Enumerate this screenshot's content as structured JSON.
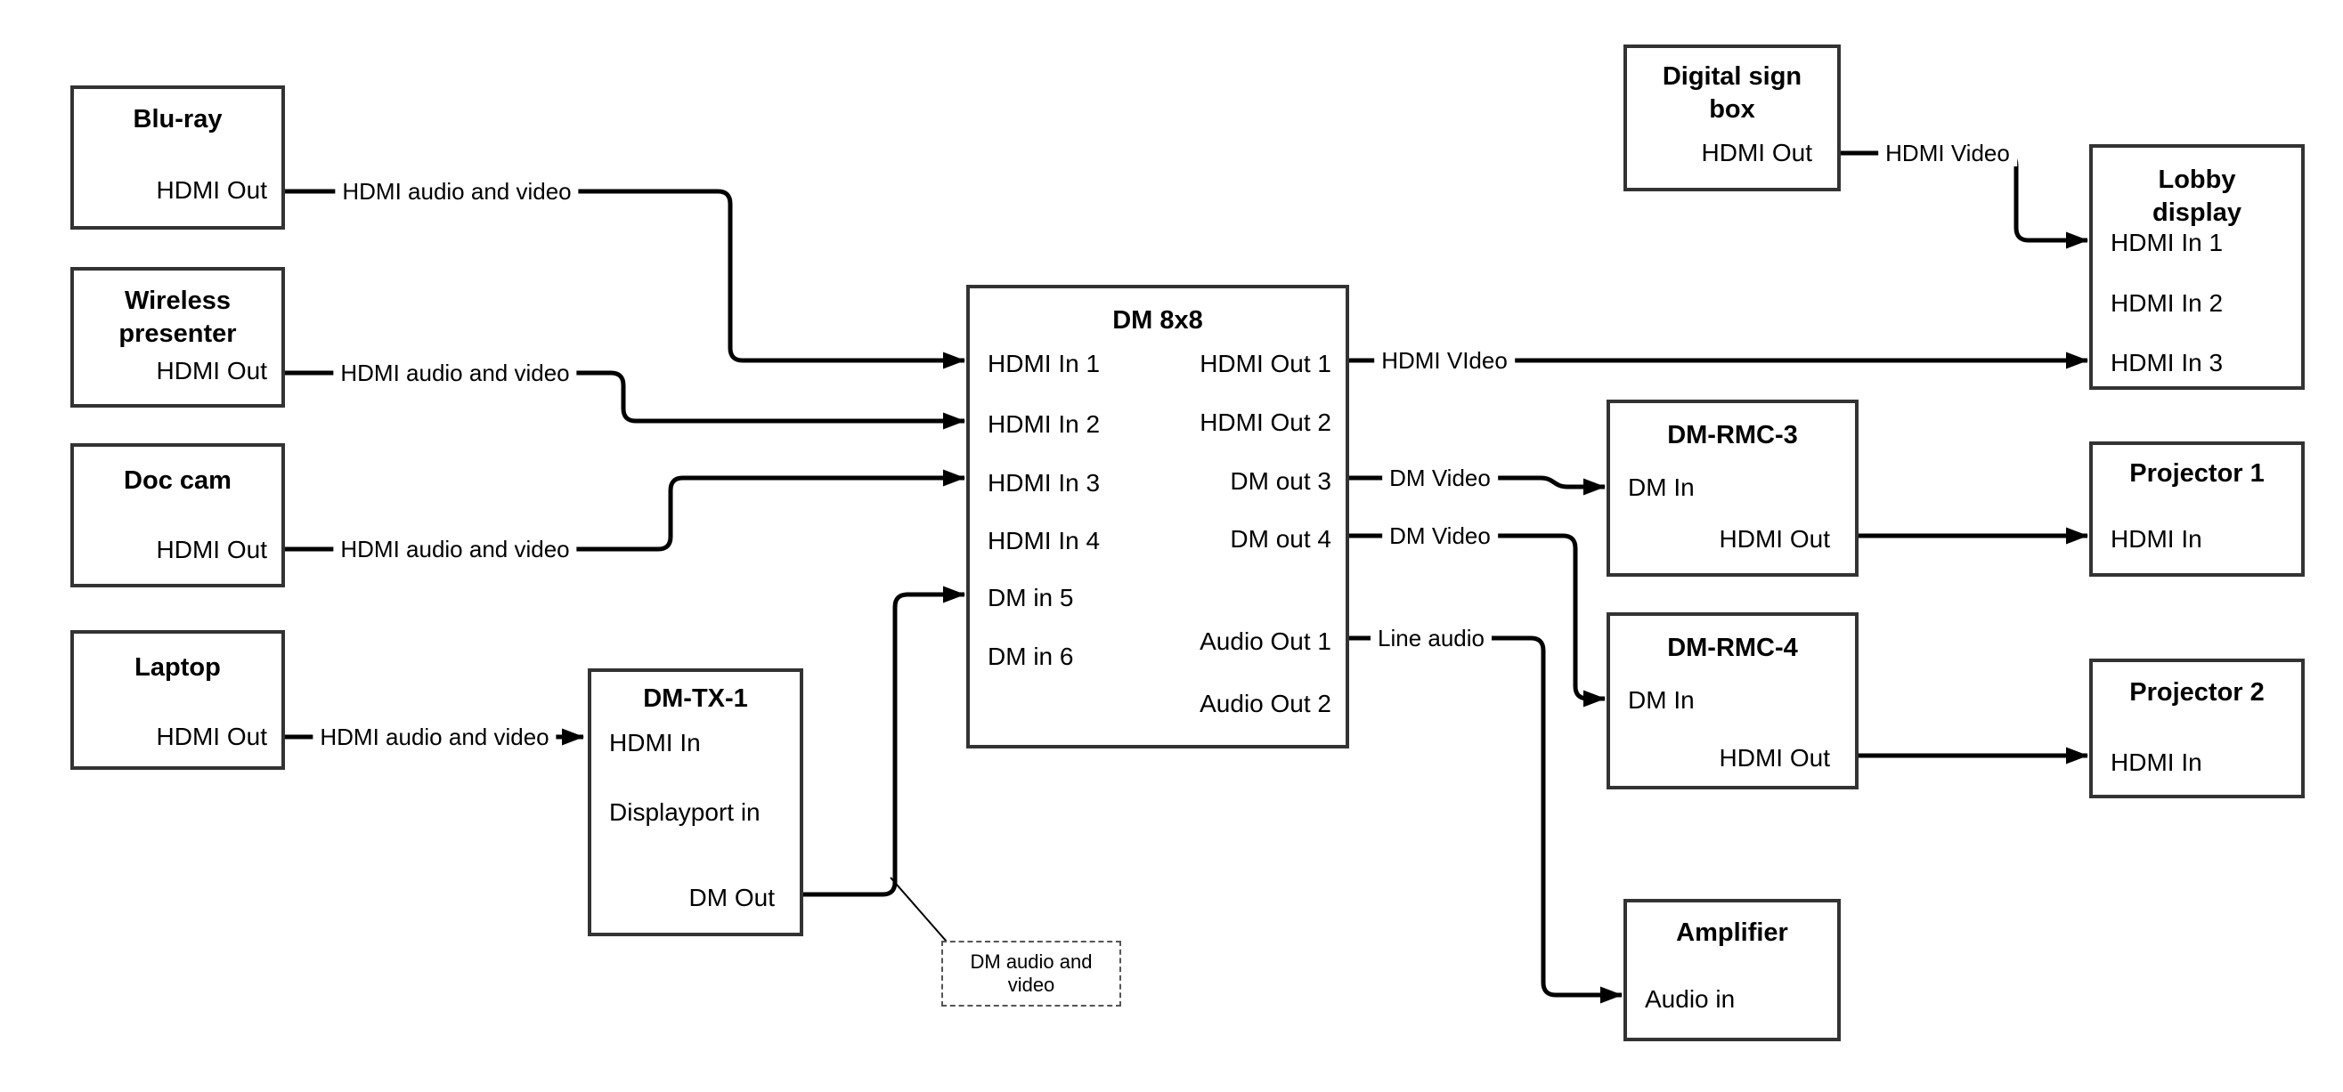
{
  "nodes": {
    "bluray": {
      "title": "Blu-ray",
      "hdmi_out": "HDMI Out"
    },
    "wireless_presenter": {
      "title": "Wireless presenter",
      "hdmi_out": "HDMI Out"
    },
    "doc_cam": {
      "title": "Doc cam",
      "hdmi_out": "HDMI Out"
    },
    "laptop": {
      "title": "Laptop",
      "hdmi_out": "HDMI Out"
    },
    "dm_tx_1": {
      "title": "DM-TX-1",
      "hdmi_in": "HDMI In",
      "displayport_in": "Displayport in",
      "dm_out": "DM Out"
    },
    "dm_8x8": {
      "title": "DM 8x8",
      "in1": "HDMI In 1",
      "in2": "HDMI In 2",
      "in3": "HDMI In 3",
      "in4": "HDMI In 4",
      "in5": "DM in 5",
      "in6": "DM in 6",
      "out1": "HDMI Out 1",
      "out2": "HDMI Out 2",
      "out3": "DM out 3",
      "out4": "DM out 4",
      "audio1": "Audio Out 1",
      "audio2": "Audio Out 2"
    },
    "digital_sign_box": {
      "title": "Digital sign box",
      "hdmi_out": "HDMI Out"
    },
    "lobby_display": {
      "title": "Lobby display",
      "in1": "HDMI In 1",
      "in2": "HDMI In 2",
      "in3": "HDMI In 3"
    },
    "dm_rmc_3": {
      "title": "DM-RMC-3",
      "dm_in": "DM In",
      "hdmi_out": "HDMI Out"
    },
    "projector_1": {
      "title": "Projector 1",
      "hdmi_in": "HDMI In"
    },
    "dm_rmc_4": {
      "title": "DM-RMC-4",
      "dm_in": "DM In",
      "hdmi_out": "HDMI Out"
    },
    "projector_2": {
      "title": "Projector 2",
      "hdmi_in": "HDMI In"
    },
    "amplifier": {
      "title": "Amplifier",
      "audio_in": "Audio in"
    }
  },
  "edge_labels": {
    "bluray_to_dm8x8": "HDMI audio and video",
    "wireless_to_dm8x8": "HDMI audio and video",
    "doccam_to_dm8x8": "HDMI audio and video",
    "laptop_to_dmtx1": "HDMI audio and video",
    "hdmiout1_to_lobby": "HDMI VIdeo",
    "signbox_to_lobby": "HDMI Video",
    "dmout3_to_rmc3": "DM Video",
    "dmout4_to_rmc4": "DM Video",
    "audioout1_to_amp": "Line audio",
    "annotation": "DM audio and video"
  },
  "colors": {
    "connector": "#000000",
    "box_border": "#333333",
    "annotation_border": "#555555",
    "background": "#ffffff",
    "text": "#000000"
  }
}
